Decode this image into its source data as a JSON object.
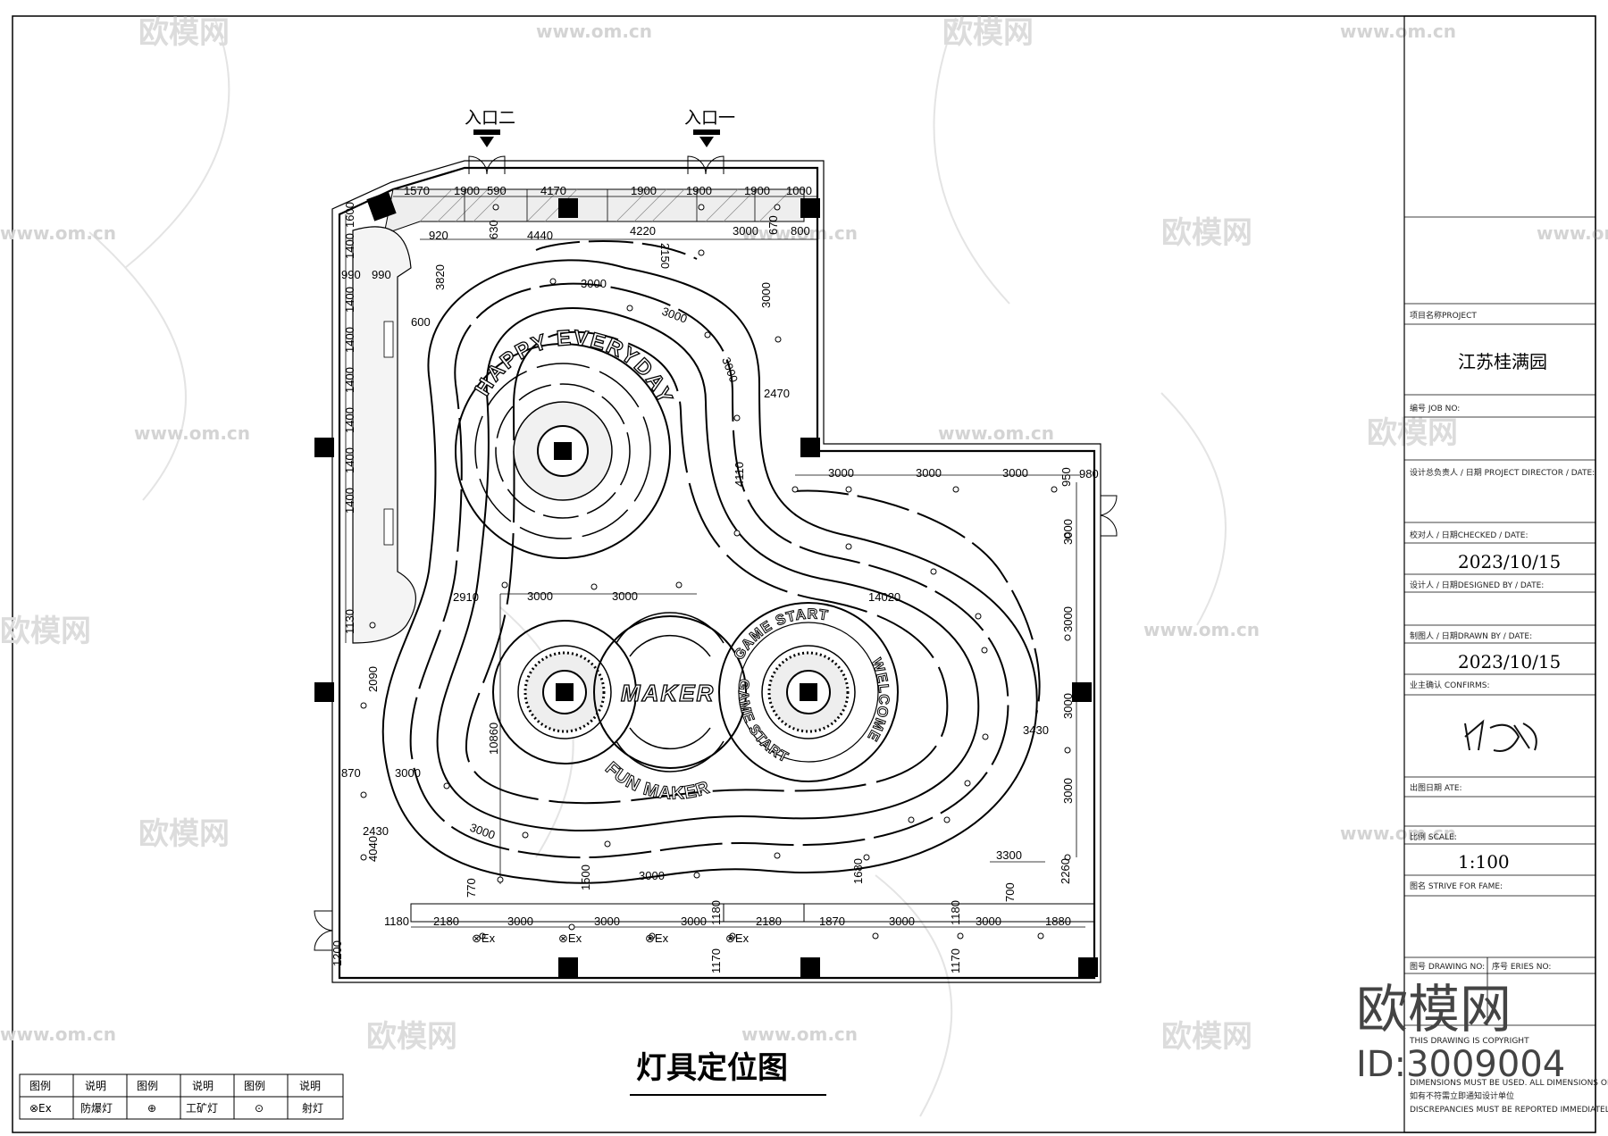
{
  "drawing": {
    "title": "灯具定位图",
    "entrance_1": "入口一",
    "entrance_2": "入口二"
  },
  "title_block": {
    "project_label": "项目名称PROJECT",
    "project_name": "江苏桂满园",
    "job_label": "编号 JOB NO:",
    "director_label": "设计总负责人 / 日期 PROJECT DIRECTOR / DATE:",
    "checked_label": "校对人 / 日期CHECKED / DATE:",
    "checked_date": "2023/10/15",
    "designed_label": "设计人 / 日期DESIGNED BY / DATE:",
    "drawn_label": "制图人 / 日期DRAWN BY / DATE:",
    "drawn_date": "2023/10/15",
    "confirm_label": "业主确认 CONFIRMS:",
    "issue_label": "出图日期 ATE:",
    "scale_label": "比例 SCALE:",
    "scale": "1:100",
    "drawing_name_label": "图名 STRIVE FOR FAME:",
    "drawing_no_label": "图号 DRAWING NO:",
    "series_label": "序号 ERIES NO:",
    "copyright_1": "THIS DRAWING IS COPYRIGHT",
    "copyright_2": "DIMENSIONS MUST BE USED. ALL DIMENSIONS ON SITE",
    "copyright_3": "如有不符需立即通知设计单位",
    "copyright_4": "DISCREPANCIES MUST BE REPORTED IMMEDIATELY TO ARCHITECT"
  },
  "legend": {
    "headers": [
      "图例",
      "说明",
      "图例",
      "说明",
      "图例",
      "说明"
    ],
    "row": [
      "⊗Ex",
      "防爆灯",
      "⊕",
      "工矿灯",
      "⊙",
      "射灯"
    ]
  },
  "ring_texts": {
    "big": "HAPPY EVERYDAY",
    "small_top": "GAME START",
    "small_right": "WELCOME",
    "small_bottom": "GAME START",
    "fun": "FUN MAKER",
    "logo": "MAKER"
  },
  "dimensions": {
    "top_row": [
      "1570",
      "1900",
      "590",
      "4170",
      "1900",
      "1900",
      "1900",
      "1000"
    ],
    "top_row2": [
      "920",
      "630",
      "4440",
      "4220",
      "3000",
      "670",
      "800"
    ],
    "left_col": [
      "1600",
      "1400",
      "1400",
      "1400",
      "1400",
      "1400",
      "1400",
      "1400",
      "1130"
    ],
    "inner_h": [
      "3000",
      "3000",
      "3000",
      "3000",
      "3000"
    ],
    "right_h": [
      "3000",
      "3000",
      "3000",
      "950",
      "980"
    ],
    "right_v": [
      "3000",
      "3000",
      "3000",
      "3000"
    ],
    "bottom_row": [
      "1180",
      "2180",
      "3000",
      "3000",
      "3000",
      "1180",
      "2180",
      "1870",
      "3000",
      "1180",
      "3000",
      "1880"
    ],
    "misc": [
      "990",
      "990",
      "3820",
      "600",
      "2150",
      "3000",
      "2470",
      "4110",
      "14020",
      "2910",
      "2090",
      "870",
      "3000",
      "2430",
      "4040",
      "10860",
      "770",
      "1500",
      "1680",
      "3300",
      "2260",
      "700",
      "3430",
      "1200",
      "1170",
      "1170",
      "3000",
      "3000"
    ],
    "ex_labels": [
      "⊗Ex",
      "⊗Ex",
      "⊗Ex",
      "⊗Ex"
    ]
  },
  "watermark": {
    "brand": "欧模网",
    "url": "www.om.cn",
    "id": "ID:3009004"
  }
}
